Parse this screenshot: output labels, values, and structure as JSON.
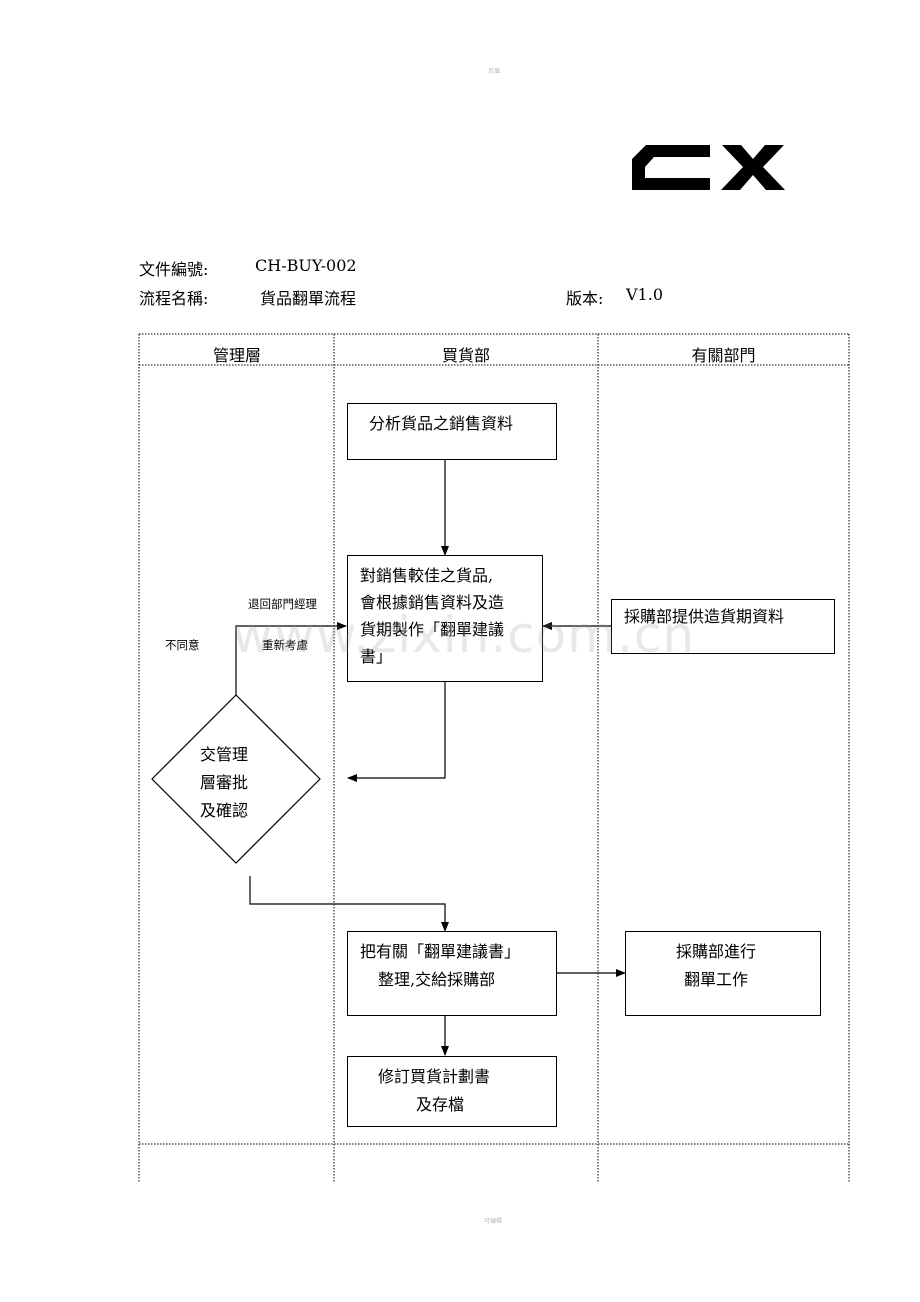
{
  "page": {
    "top_mark": "页眉",
    "bottom_mark": "可编辑",
    "logo_text": "CX",
    "watermark": "www.zixin.com.cn"
  },
  "doc": {
    "number_label": "文件編號:",
    "number_value": "CH-BUY-002",
    "name_label": "流程名稱:",
    "name_value": "貨品翻單流程",
    "version_label": "版本:",
    "version_value": "V1.0"
  },
  "lanes": [
    "管理層",
    "買貨部",
    "有關部門"
  ],
  "nodes": {
    "analyze": "分析貨品之銷售資料",
    "proposal_l1": "對銷售較佳之貨品,",
    "proposal_l2": "會根據銷售資料及造",
    "proposal_l3": "貨期製作「翻單建議",
    "proposal_l4": "書」",
    "supply": "採購部提供造貨期資料",
    "approve_l1": "交管理",
    "approve_l2": "層審批",
    "approve_l3": "及確認",
    "handover_l1": "把有關「翻單建議書」",
    "handover_l2": "整理,交給採購部",
    "reorder_l1": "採購部進行",
    "reorder_l2": "翻單工作",
    "archive_l1": "修訂買貨計劃書",
    "archive_l2": "及存檔"
  },
  "edge_labels": {
    "return": "退回部門經理",
    "disagree": "不同意",
    "reconsider": "重新考慮"
  }
}
